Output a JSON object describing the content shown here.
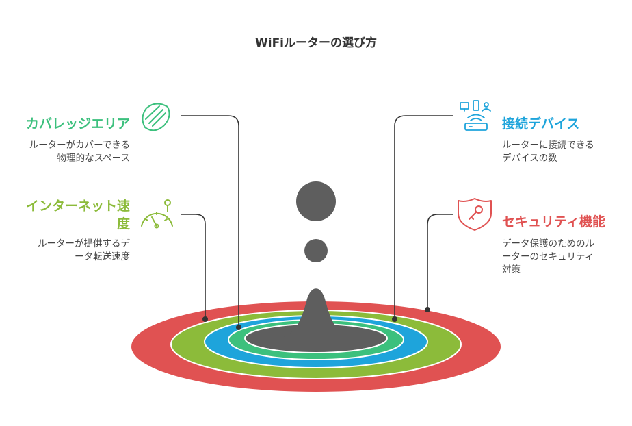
{
  "title": "WiFiルーターの選び方",
  "colors": {
    "coverage": "#3cc07d",
    "speed": "#8cbb3a",
    "devices": "#1ea4db",
    "security": "#e05252",
    "center": "#5e5e5e",
    "line": "#333333"
  },
  "items": [
    {
      "key": "coverage",
      "title": "カバレッジエリア",
      "desc": [
        "ルーターがカバーできる",
        "物理的なスペース"
      ],
      "icon": "shield-pad-icon"
    },
    {
      "key": "speed",
      "title_lines": [
        "インターネット速",
        "度"
      ],
      "desc": [
        "ルーターが提供するデ",
        "ータ転送速度"
      ],
      "icon": "speedometer-icon"
    },
    {
      "key": "devices",
      "title": "接続デバイス",
      "desc": [
        "ルーターに接続できる",
        "デバイスの数"
      ],
      "icon": "connected-devices-icon"
    },
    {
      "key": "security",
      "title": "セキュリティ機能",
      "desc": [
        "データ保護のためのル",
        "ーターのセキュリティ",
        "対策"
      ],
      "icon": "security-key-icon"
    }
  ]
}
